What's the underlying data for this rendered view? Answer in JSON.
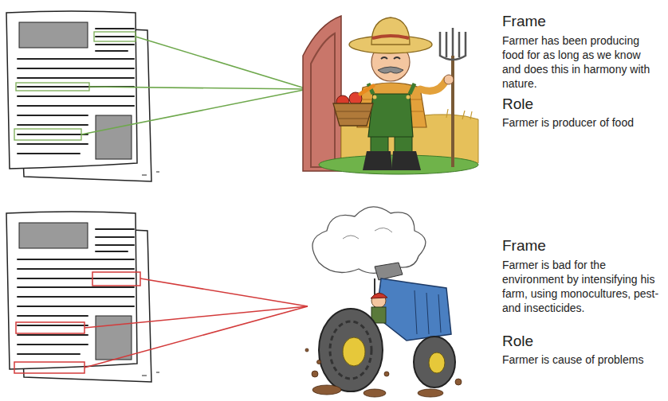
{
  "diagram": {
    "labels": [
      "Frame",
      "Farmer has been producing food for as long as we know and does this in harmony with nature.",
      "Role",
      "Farmer is producer of food",
      "Frame",
      "Farmer is bad for the environment by intensifying his farm, using monocultures, pest- and insecticides.",
      "Role",
      "Farmer is cause of problems"
    ]
  }
}
